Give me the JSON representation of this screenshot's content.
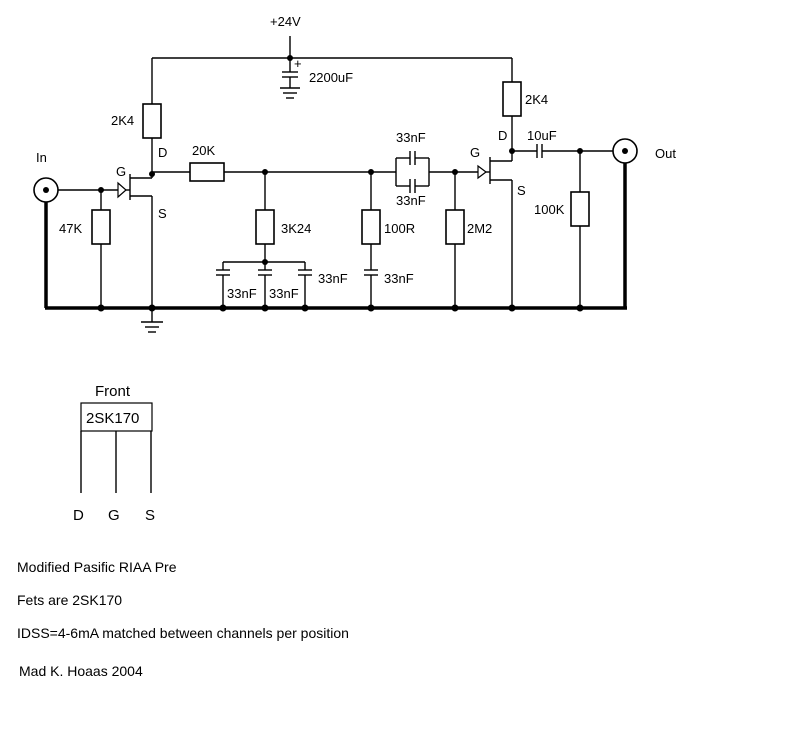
{
  "schematic": {
    "supply_label": "+24V",
    "supply_cap": "2200uF",
    "input_label": "In",
    "output_label": "Out",
    "r_load_q1": "2K4",
    "r_load_q2": "2K4",
    "r_series": "20K",
    "r_gate_in": "47K",
    "r_shunt": "3K24",
    "r_100": "100R",
    "r_gate_q2": "2M2",
    "r_out": "100K",
    "c_out": "10uF",
    "c_bridge_top": "33nF",
    "c_bridge_bottom": "33nF",
    "c_shunt_1": "33nF",
    "c_shunt_2": "33nF",
    "c_shunt_3": "33nF",
    "c_shunt_4": "33nF",
    "q1_gate": "G",
    "q1_drain": "D",
    "q1_source": "S",
    "q2_gate": "G",
    "q2_drain": "D",
    "q2_source": "S"
  },
  "pinout": {
    "front_label": "Front",
    "part": "2SK170",
    "pin_d": "D",
    "pin_g": "G",
    "pin_s": "S"
  },
  "notes": {
    "line1": "Modified Pasific RIAA Pre",
    "line2": "Fets are 2SK170",
    "line3": "IDSS=4-6mA matched between channels per position",
    "line4": "Mad K. Hoaas 2004"
  }
}
